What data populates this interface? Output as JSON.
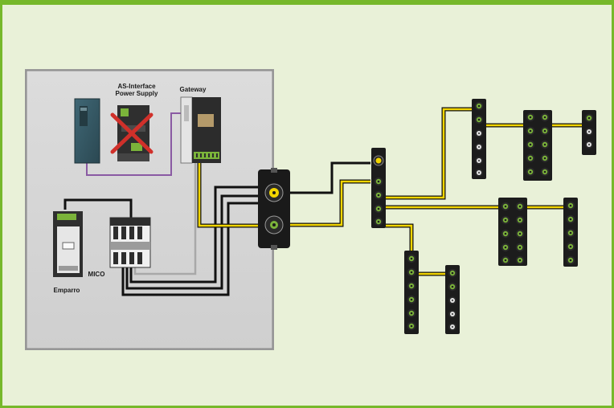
{
  "labels": {
    "asi_power_supply_line1": "AS-Interface",
    "asi_power_supply_line2": "Power Supply",
    "gateway": "Gateway",
    "emparro": "Emparro",
    "mico": "MICO"
  },
  "colors": {
    "frame_border": "#76b82a",
    "background": "#e9f1d8",
    "cabinet": "#d6d6d6",
    "asi_cable_yellow": "#f2d500",
    "power_cable_black": "#111111",
    "profinet_cable_purple": "#8a5aa3",
    "gray_cable": "#a8a8a8",
    "cross_out": "#d0302a",
    "connector_green": "#5a9e2f"
  },
  "icons": [
    "cross-out-icon",
    "m12-connector-icon"
  ]
}
